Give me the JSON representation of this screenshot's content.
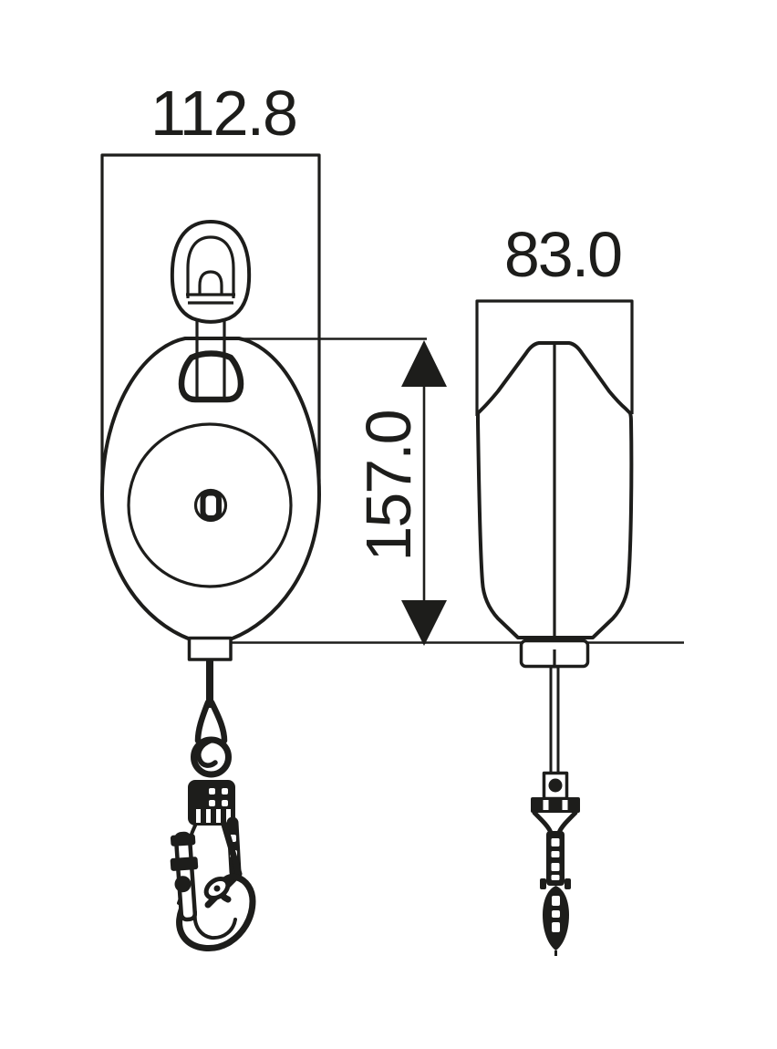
{
  "drawing": {
    "kind": "dimension-drawing",
    "colors": {
      "line": "#1d1d1b",
      "background": "#ffffff"
    },
    "views": {
      "front": {
        "width_label": "112.8"
      },
      "side": {
        "width_label": "83.0"
      }
    },
    "height_dimension": {
      "label": "157.0"
    }
  }
}
